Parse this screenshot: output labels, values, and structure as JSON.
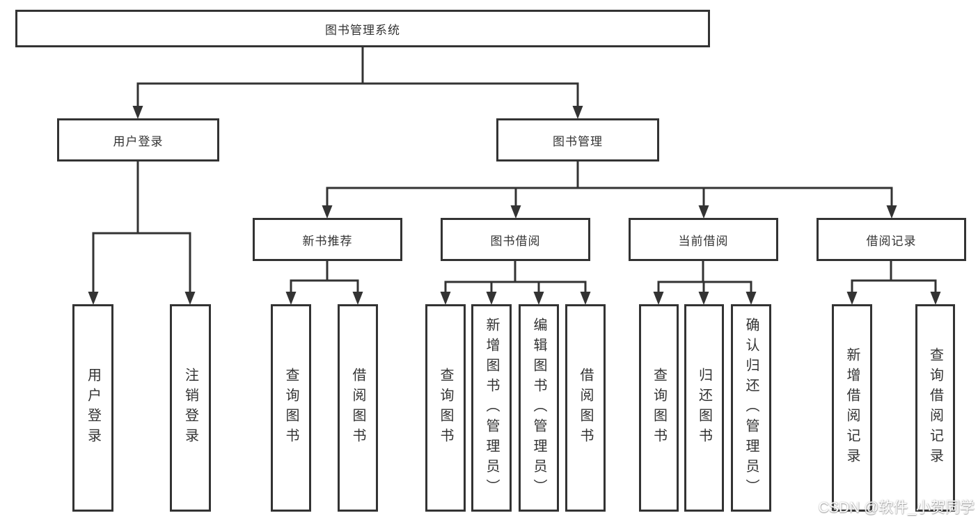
{
  "diagram": {
    "tree": {
      "root": {
        "label": "图书管理系统",
        "children": [
          {
            "label": "用户登录",
            "children": [
              {
                "label": "用户登录"
              },
              {
                "label": "注销登录"
              }
            ]
          },
          {
            "label": "图书管理",
            "children": [
              {
                "label": "新书推荐",
                "children": [
                  {
                    "label": "查询图书"
                  },
                  {
                    "label": "借阅图书"
                  }
                ]
              },
              {
                "label": "图书借阅",
                "children": [
                  {
                    "label": "查询图书"
                  },
                  {
                    "label": "新增图书（管理员）"
                  },
                  {
                    "label": "编辑图书（管理员）"
                  },
                  {
                    "label": "借阅图书"
                  }
                ]
              },
              {
                "label": "当前借阅",
                "children": [
                  {
                    "label": "查询图书"
                  },
                  {
                    "label": "归还图书"
                  },
                  {
                    "label": "确认归还（管理员）"
                  }
                ]
              },
              {
                "label": "借阅记录",
                "children": [
                  {
                    "label": "新增借阅记录"
                  },
                  {
                    "label": "查询借阅记录"
                  }
                ]
              }
            ]
          }
        ]
      }
    },
    "colors": {
      "line": "#333333",
      "border": "#333333",
      "text": "#333333",
      "background": "#ffffff"
    }
  },
  "watermark": {
    "text": "CSDN @软件_小贺同学"
  }
}
